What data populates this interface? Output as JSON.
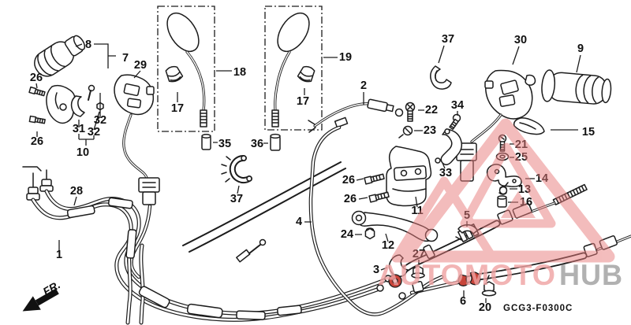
{
  "diagram": {
    "code": "GCG3-F0300C",
    "fr_label": "FR.",
    "parts": [
      {
        "n": "8"
      },
      {
        "n": "7"
      },
      {
        "n": "26"
      },
      {
        "n": "26"
      },
      {
        "n": "31"
      },
      {
        "n": "32"
      },
      {
        "n": "32"
      },
      {
        "n": "10"
      },
      {
        "n": "29"
      },
      {
        "n": "18"
      },
      {
        "n": "17"
      },
      {
        "n": "35"
      },
      {
        "n": "19"
      },
      {
        "n": "17"
      },
      {
        "n": "36"
      },
      {
        "n": "2"
      },
      {
        "n": "37"
      },
      {
        "n": "37"
      },
      {
        "n": "30"
      },
      {
        "n": "9"
      },
      {
        "n": "15"
      },
      {
        "n": "21"
      },
      {
        "n": "25"
      },
      {
        "n": "14"
      },
      {
        "n": "13"
      },
      {
        "n": "16"
      },
      {
        "n": "22"
      },
      {
        "n": "23"
      },
      {
        "n": "34"
      },
      {
        "n": "33"
      },
      {
        "n": "11"
      },
      {
        "n": "26"
      },
      {
        "n": "26"
      },
      {
        "n": "24"
      },
      {
        "n": "12"
      },
      {
        "n": "3"
      },
      {
        "n": "27"
      },
      {
        "n": "5"
      },
      {
        "n": "4"
      },
      {
        "n": "6"
      },
      {
        "n": "20"
      },
      {
        "n": "28"
      },
      {
        "n": "1"
      }
    ],
    "colors": {
      "line": "#1c1c1c",
      "background": "#ffffff",
      "highlight": "#c8453a",
      "watermark_logo": "#e87c7c",
      "watermark_text_primary": "#efa2a2",
      "watermark_text_secondary": "#9e9e9e"
    },
    "watermark": {
      "text_primary": "AUTOMOTO",
      "text_secondary": "HUB"
    }
  }
}
